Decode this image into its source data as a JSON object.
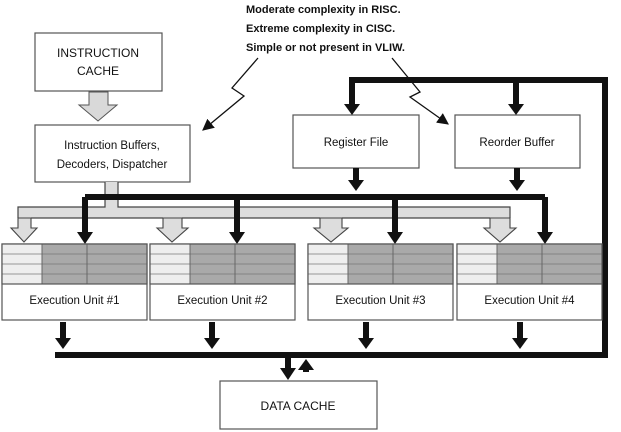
{
  "boxes": {
    "instruction_cache": {
      "line1": "INSTRUCTION",
      "line2": "CACHE"
    },
    "decode": {
      "line1": "Instruction Buffers,",
      "line2": "Decoders, Dispatcher"
    },
    "register_file": {
      "label": "Register File"
    },
    "reorder_buffer": {
      "label": "Reorder Buffer"
    },
    "data_cache": {
      "label": "DATA CACHE"
    }
  },
  "execution_units": [
    {
      "label": "Execution Unit #1"
    },
    {
      "label": "Execution Unit #2"
    },
    {
      "label": "Execution Unit #3"
    },
    {
      "label": "Execution Unit #4"
    }
  ],
  "annotation": {
    "lines": [
      "Moderate complexity in RISC.",
      "Extreme complexity in CISC.",
      "Simple or not present in VLIW."
    ]
  },
  "colors": {
    "bus": "#111111",
    "light_bus": "#dddddd",
    "table_dark": "#a9a9a9",
    "table_light": "#eeeeee"
  }
}
